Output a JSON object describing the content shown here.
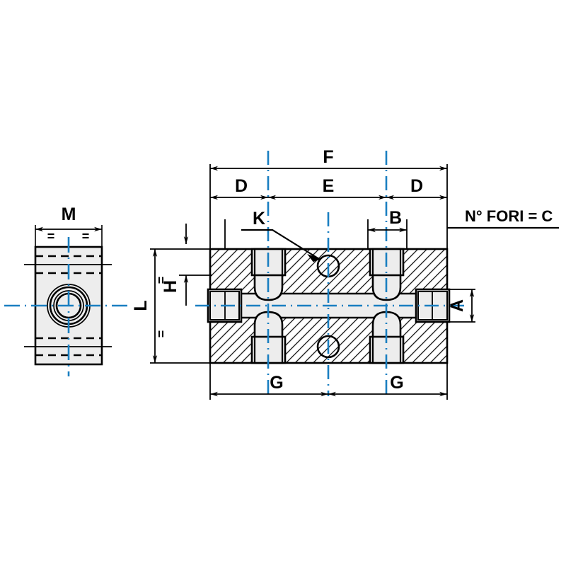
{
  "drawing": {
    "title": "Manifold block technical drawing",
    "type": "engineering-cross-section",
    "colors": {
      "outline": "#000000",
      "centerline": "#1a7fc1",
      "fill_light": "#ededed",
      "fill_white": "#ffffff",
      "hatch": "#1a1a1a",
      "background": "#ffffff"
    },
    "labels": {
      "F": "F",
      "E": "E",
      "D_left": "D",
      "D_right": "D",
      "B": "B",
      "K": "K",
      "A": "A",
      "H": "H",
      "L": "L",
      "M": "M",
      "G_left": "G",
      "G_right": "G",
      "holes_note": "N° FORI = C",
      "equal_mark": "="
    },
    "views": {
      "side_view": {
        "name": "end-view",
        "dimension": "M",
        "equal_marks": [
          "=",
          "="
        ],
        "feature": "concentric-bore-circles"
      },
      "section_view": {
        "name": "longitudinal-section",
        "horizontal_dims": [
          "F",
          "E",
          "D",
          "D",
          "B",
          "G",
          "G"
        ],
        "vertical_dims": [
          "L",
          "H",
          "A"
        ],
        "callouts": [
          "K",
          "N° FORI = C"
        ],
        "equal_marks": [
          "=",
          "="
        ]
      }
    }
  }
}
